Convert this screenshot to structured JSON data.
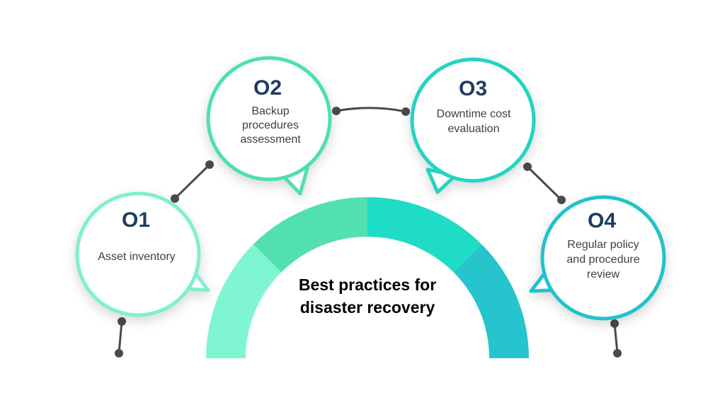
{
  "title": {
    "line1": "Best practices for",
    "line2": "disaster recovery"
  },
  "colors": {
    "heading": "#1f3b63",
    "body_text": "#3a3f47",
    "connector": "#4a4a4a",
    "bubble_1": "#7fefd0",
    "bubble_2": "#4ddfb2",
    "bubble_3": "#22d4c2",
    "bubble_4": "#24c2c9",
    "arc_1": "#7ff5d4",
    "arc_2": "#52e0b0",
    "arc_3": "#1edcc5",
    "arc_4": "#26c4cc"
  },
  "steps": [
    {
      "number": "O1",
      "lines": [
        "Asset inventory"
      ]
    },
    {
      "number": "O2",
      "lines": [
        "Backup",
        "procedures",
        "assessment"
      ]
    },
    {
      "number": "O3",
      "lines": [
        "Downtime cost",
        "evaluation"
      ]
    },
    {
      "number": "O4",
      "lines": [
        "Regular policy",
        "and procedure",
        "review"
      ]
    }
  ]
}
